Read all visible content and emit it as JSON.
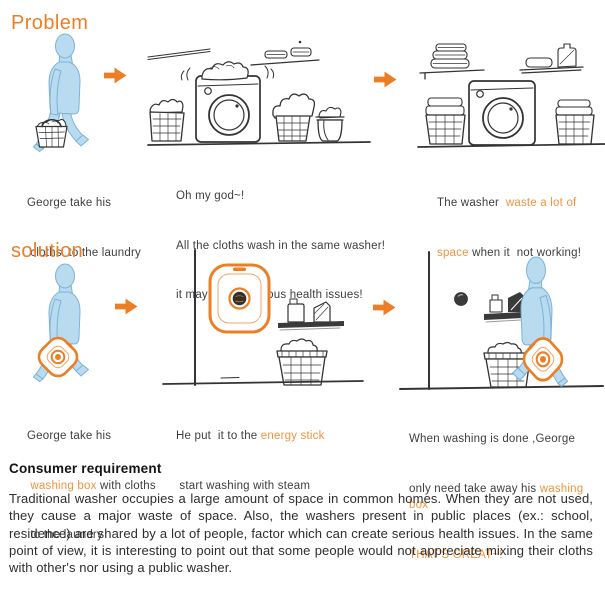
{
  "colors": {
    "accent": "#ec7f25",
    "hl": "#ee9440",
    "sketch": "#333333",
    "fig-fill": "#b9dbf0",
    "fig-stroke": "#7fb2d8",
    "caption-text": "#3e3e3e",
    "body-text": "#2d2d2d"
  },
  "icons": {
    "forward-arrow": "→",
    "washing-box": "rounded-square-with-lens",
    "energy-stick-knob": "dark-sphere"
  },
  "problem": {
    "title": "Problem",
    "panels": [
      {
        "caption": [
          [
            {
              "t": "George take his"
            }
          ],
          [
            {
              "t": " cloths  to the laundry"
            }
          ]
        ]
      },
      {
        "caption": [
          [
            {
              "t": "Oh my god~!"
            }
          ],
          [
            {
              "t": "All the cloths wash in the same washer!"
            }
          ],
          [
            {
              "t": "it may create serious health issues!"
            }
          ]
        ]
      },
      {
        "caption": [
          [
            {
              "t": "The washer  "
            },
            {
              "t": "waste a lot of",
              "hl": true
            }
          ],
          [
            {
              "t": "space",
              "hl": true
            },
            {
              "t": " when it  not working!"
            }
          ]
        ]
      }
    ]
  },
  "solution": {
    "title": "solution",
    "panels": [
      {
        "caption": [
          [
            {
              "t": "George take his"
            }
          ],
          [
            {
              "t": " "
            },
            {
              "t": "washing box",
              "hl": true
            },
            {
              "t": " with cloths"
            }
          ],
          [
            {
              "t": " to the laundry"
            }
          ]
        ]
      },
      {
        "caption": [
          [
            {
              "t": "He put  it to the "
            },
            {
              "t": "energy stick",
              "hl": true
            }
          ],
          [
            {
              "t": " start washing with steam"
            }
          ]
        ]
      },
      {
        "caption": [
          [
            {
              "t": "When washing is done ,George"
            }
          ],
          [
            {
              "t": "only need take away his "
            },
            {
              "t": "washing box",
              "hl": true
            }
          ],
          [
            {
              "t": "THAT'S GREAT~!",
              "hl": true
            }
          ]
        ]
      }
    ]
  },
  "consumer_requirement": {
    "heading": "Consumer requirement",
    "body": "Traditional washer occupies a large amount of space in common homes. When they are not used, they cause a major waste of space. Also, the washers present in public places (ex.: school, residence) are shared by a lot of people, factor which can create serious health issues. In the same point of view, it is interesting to point out that some people would not appreciate mixing their cloths with other's nor using a public washer."
  }
}
